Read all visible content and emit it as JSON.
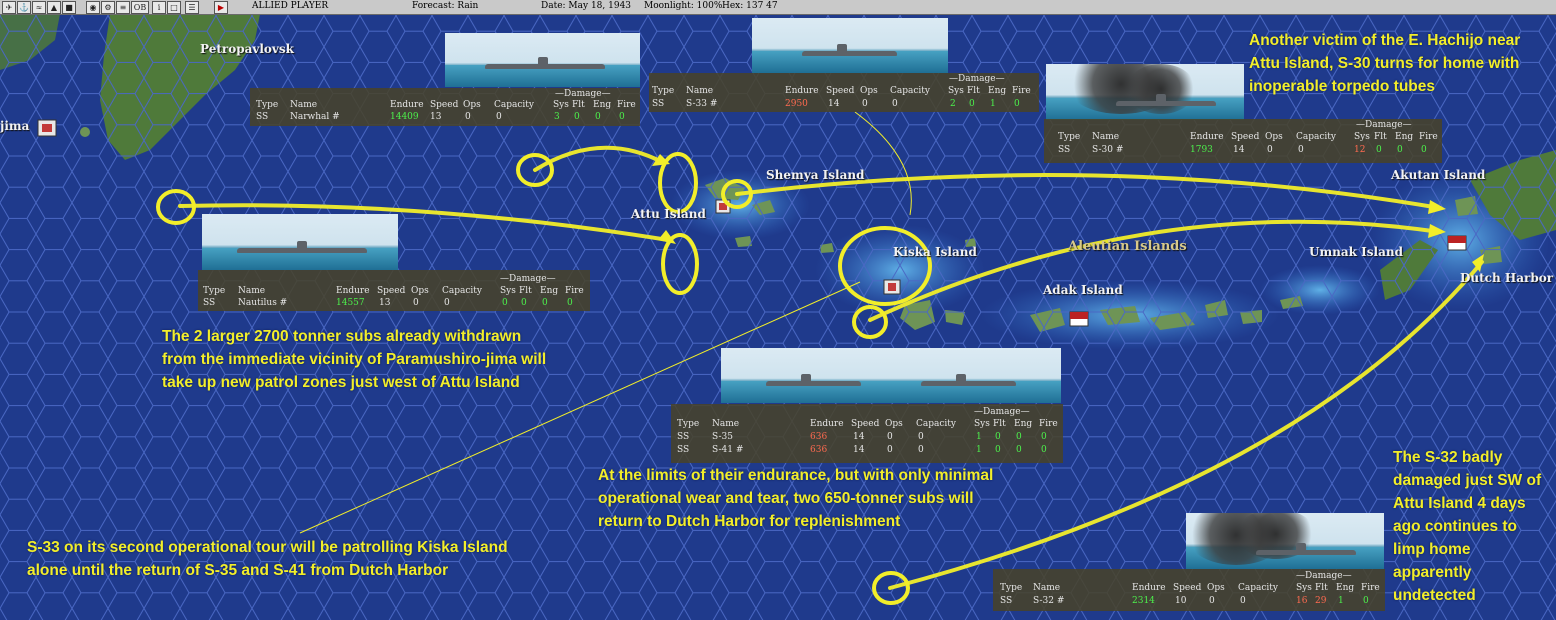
{
  "topbar": {
    "side": "ALLIED PLAYER",
    "forecast": "Forecast: Rain",
    "date": "Date: May 18, 1943",
    "moonlight": "Moonlight: 100%",
    "hex": "Hex: 137 47",
    "ob_button": "OB"
  },
  "places": {
    "petropavlovsk": "Petropavlovsk",
    "jima": "jima",
    "attu": "Attu Island",
    "shemya": "Shemya Island",
    "kiska": "Kiska Island",
    "aleutian": "Aleutian Islands",
    "adak": "Adak Island",
    "umnak": "Umnak Island",
    "akutan": "Akutan Island",
    "dutch": "Dutch Harbor"
  },
  "table_headers": {
    "type": "Type",
    "name": "Name",
    "endure": "Endure",
    "speed": "Speed",
    "ops": "Ops",
    "capacity": "Capacity",
    "damage": "—Damage—",
    "sys": "Sys",
    "flt": "Flt",
    "eng": "Eng",
    "fire": "Fire"
  },
  "panels": {
    "narwhal": {
      "rows": [
        {
          "type": "SS",
          "name": "Narwhal #",
          "endure": "14409",
          "speed": "13",
          "ops": "0",
          "capacity": "0",
          "sys": "3",
          "flt": "0",
          "eng": "0",
          "fire": "0"
        }
      ]
    },
    "s33": {
      "rows": [
        {
          "type": "SS",
          "name": "S-33 #",
          "endure": "2950",
          "speed": "14",
          "ops": "0",
          "capacity": "0",
          "sys": "2",
          "flt": "0",
          "eng": "1",
          "fire": "0"
        }
      ]
    },
    "s30": {
      "rows": [
        {
          "type": "SS",
          "name": "S-30 #",
          "endure": "1793",
          "speed": "14",
          "ops": "0",
          "capacity": "0",
          "sys": "12",
          "flt": "0",
          "eng": "0",
          "fire": "0"
        }
      ]
    },
    "nautilus": {
      "rows": [
        {
          "type": "SS",
          "name": "Nautilus #",
          "endure": "14557",
          "speed": "13",
          "ops": "0",
          "capacity": "0",
          "sys": "0",
          "flt": "0",
          "eng": "0",
          "fire": "0"
        }
      ]
    },
    "s35s41": {
      "rows": [
        {
          "type": "SS",
          "name": "S-35",
          "endure": "636",
          "speed": "14",
          "ops": "0",
          "capacity": "0",
          "sys": "1",
          "flt": "0",
          "eng": "0",
          "fire": "0"
        },
        {
          "type": "SS",
          "name": "S-41 #",
          "endure": "636",
          "speed": "14",
          "ops": "0",
          "capacity": "0",
          "sys": "1",
          "flt": "0",
          "eng": "0",
          "fire": "0"
        }
      ]
    },
    "s32": {
      "rows": [
        {
          "type": "SS",
          "name": "S-32 #",
          "endure": "2314",
          "speed": "10",
          "ops": "0",
          "capacity": "0",
          "sys": "16",
          "flt": "29",
          "eng": "1",
          "fire": "0"
        }
      ]
    }
  },
  "annotations": {
    "s30_lines": [
      "Another victim of the E. Hachijo near",
      "Attu Island,  S-30 turns for home with",
      "inoperable torpedo tubes"
    ],
    "larger_subs_lines": [
      "The 2 larger 2700 tonner subs already withdrawn",
      "from the immediate vicinity of Paramushiro-jima will",
      "take up new patrol zones just west of Attu Island"
    ],
    "limits_lines": [
      "At the limits of their endurance, but with only minimal",
      "operational wear and tear, two 650-tonner subs will",
      "return to Dutch Harbor for replenishment"
    ],
    "s33_lines": [
      "S-33 on its second operational tour will be patrolling Kiska Island",
      "alone until the return of S-35 and S-41 from Dutch Harbor"
    ],
    "s32_lines": [
      "The S-32 badly",
      "damaged just SW of",
      "Attu Island 4 days",
      "ago continues to",
      "limp home",
      "apparently",
      "undetected"
    ]
  },
  "colors": {
    "sea": "#1f3a8c",
    "hexline": "#4a68c4",
    "annotation": "#f2ee2a",
    "panel_bg": "#484228",
    "ok_value": "#4cf04c",
    "bad_value": "#ff6a50"
  }
}
